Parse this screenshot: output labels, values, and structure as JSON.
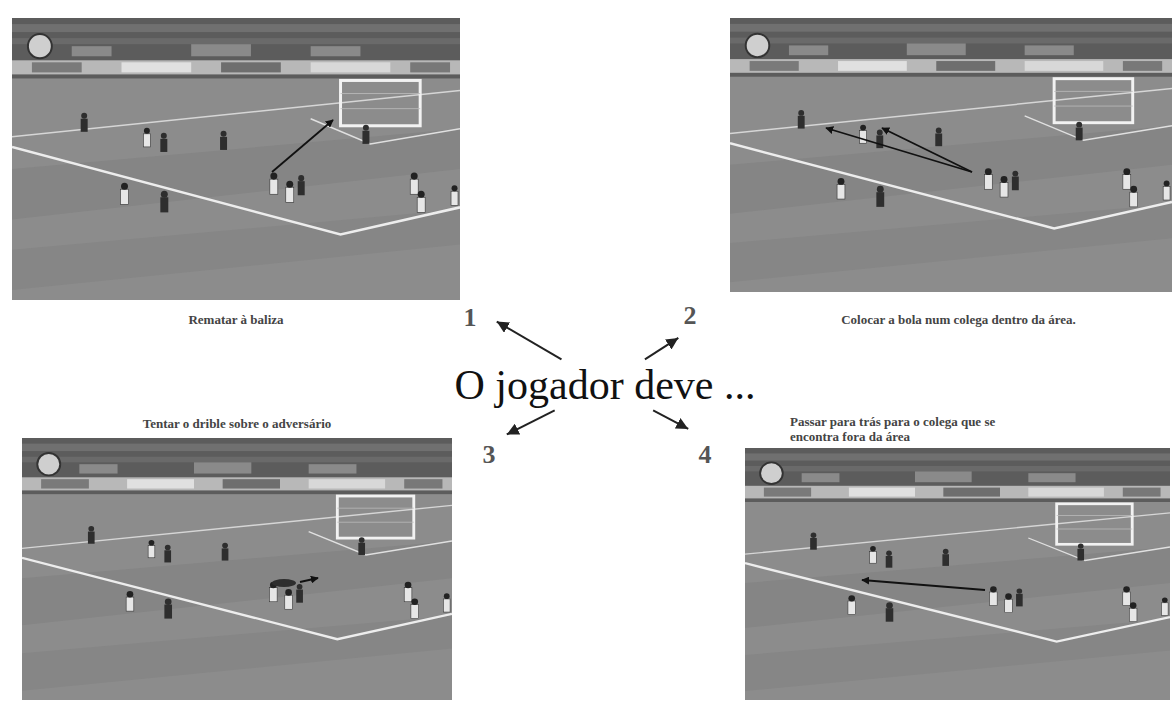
{
  "diagram": {
    "nodes": [
      {
        "text": [
          "Rematar à baliza"
        ]
      },
      {
        "text": [
          "Colocar a bola num colega dentro da área."
        ]
      },
      {
        "text": [
          "O jogador deve ..."
        ]
      },
      {
        "text": [
          "Tentar o drible sobre o adversário"
        ]
      },
      {
        "text": [
          "Passar para trás para o colega que se encontra fora da área"
        ]
      }
    ],
    "edges": [
      {
        "from": 2,
        "to": 0,
        "arrow": "to"
      },
      {
        "from": 2,
        "to": 1,
        "arrow": "to"
      },
      {
        "from": 2,
        "to": 3,
        "arrow": "to"
      },
      {
        "from": 2,
        "to": 4,
        "arrow": "to"
      }
    ],
    "labels": [
      "1",
      "2",
      "3",
      "4"
    ]
  }
}
